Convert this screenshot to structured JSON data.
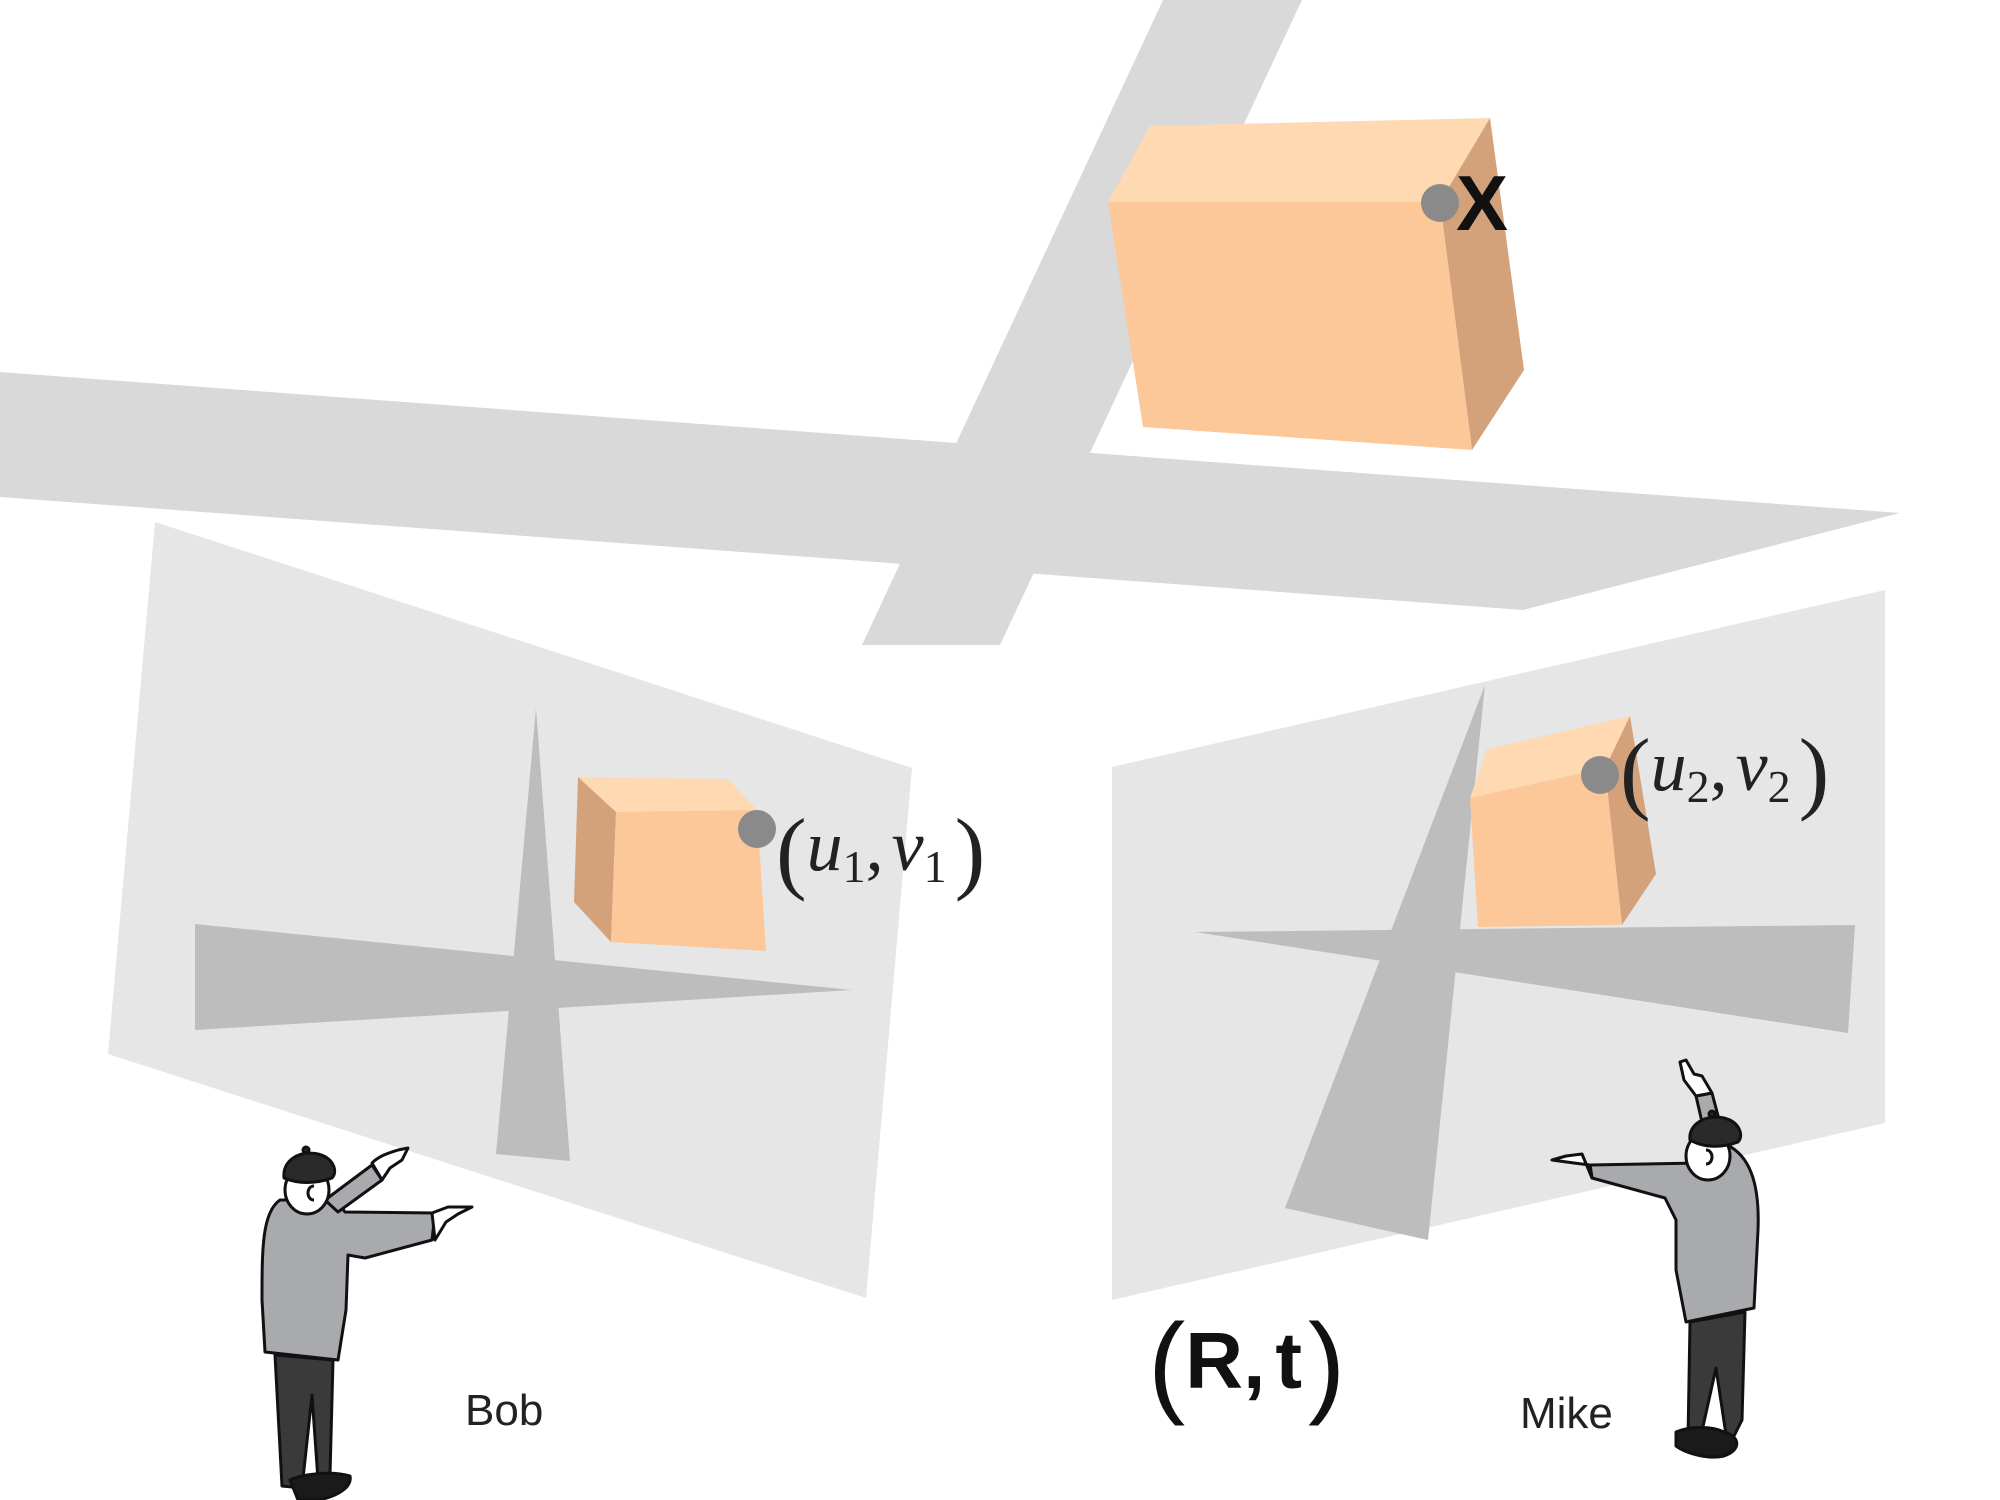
{
  "world": {
    "point_label": "X"
  },
  "cameras": [
    {
      "name": "Bob",
      "coord_u": "u",
      "coord_v": "v",
      "subscript": "1"
    },
    {
      "name": "Mike",
      "coord_u": "u",
      "coord_v": "v",
      "subscript": "2"
    }
  ],
  "transform": {
    "open_paren": "(",
    "rotation": "R",
    "comma": ",",
    "translation": "t",
    "close_paren": ")"
  },
  "colors": {
    "road": "#d9d9d9",
    "image_plane": "#e6e6e6",
    "image_road": "#bdbdbd",
    "box_front": "#fdc899",
    "box_top": "#fed9b1",
    "box_side": "#d4a27a",
    "point": "#8a8a8a",
    "person_shirt": "#a9aaad",
    "person_pants": "#3a3a3a",
    "person_hat": "#2a2a2a"
  }
}
